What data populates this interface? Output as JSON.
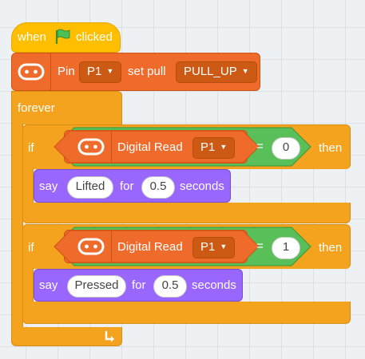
{
  "event": {
    "when_label": "when",
    "clicked_label": "clicked"
  },
  "pin_block": {
    "pin_label": "Pin",
    "pin_value": "P1",
    "set_pull_label": "set pull",
    "pull_value": "PULL_UP"
  },
  "forever": {
    "label": "forever"
  },
  "if_blocks": [
    {
      "if_label": "if",
      "digital_read_label": "Digital Read",
      "pin_value": "P1",
      "operator": "=",
      "compare_value": "0",
      "then_label": "then",
      "say": {
        "say_label": "say",
        "message": "Lifted",
        "for_label": "for",
        "duration": "0.5",
        "seconds_label": "seconds"
      }
    },
    {
      "if_label": "if",
      "digital_read_label": "Digital Read",
      "pin_value": "P1",
      "operator": "=",
      "compare_value": "1",
      "then_label": "then",
      "say": {
        "say_label": "say",
        "message": "Pressed",
        "for_label": "for",
        "duration": "0.5",
        "seconds_label": "seconds"
      }
    }
  ],
  "colors": {
    "events": "#ffbf00",
    "control": "#f4a31e",
    "extension": "#ee6b2b",
    "operators": "#59c059",
    "looks": "#9966ff"
  },
  "icons": {
    "flag": "green-flag-icon",
    "board": "microbit-icon",
    "loop": "loop-arrow-icon",
    "dropdown": "dropdown-arrow-icon"
  }
}
